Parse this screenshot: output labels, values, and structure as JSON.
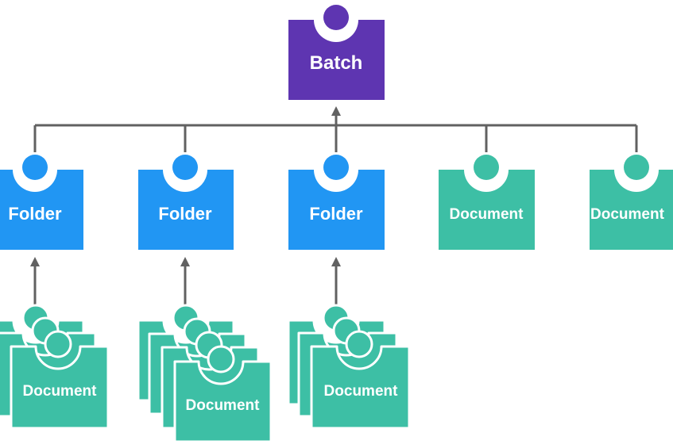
{
  "diagram": {
    "colors": {
      "background": "#ffffff",
      "batch": "#5e35b1",
      "folder": "#2196f3",
      "document": "#3dbfa5",
      "connector": "#616161",
      "outline": "#ffffff"
    },
    "batch": {
      "label": "Batch"
    },
    "folders": [
      {
        "label": "Folder"
      },
      {
        "label": "Folder"
      },
      {
        "label": "Folder"
      }
    ],
    "documents": [
      {
        "label": "Document"
      },
      {
        "label": "Document"
      }
    ],
    "document_stacks": [
      {
        "label": "Document"
      },
      {
        "label": "Document"
      },
      {
        "label": "Document"
      }
    ]
  }
}
